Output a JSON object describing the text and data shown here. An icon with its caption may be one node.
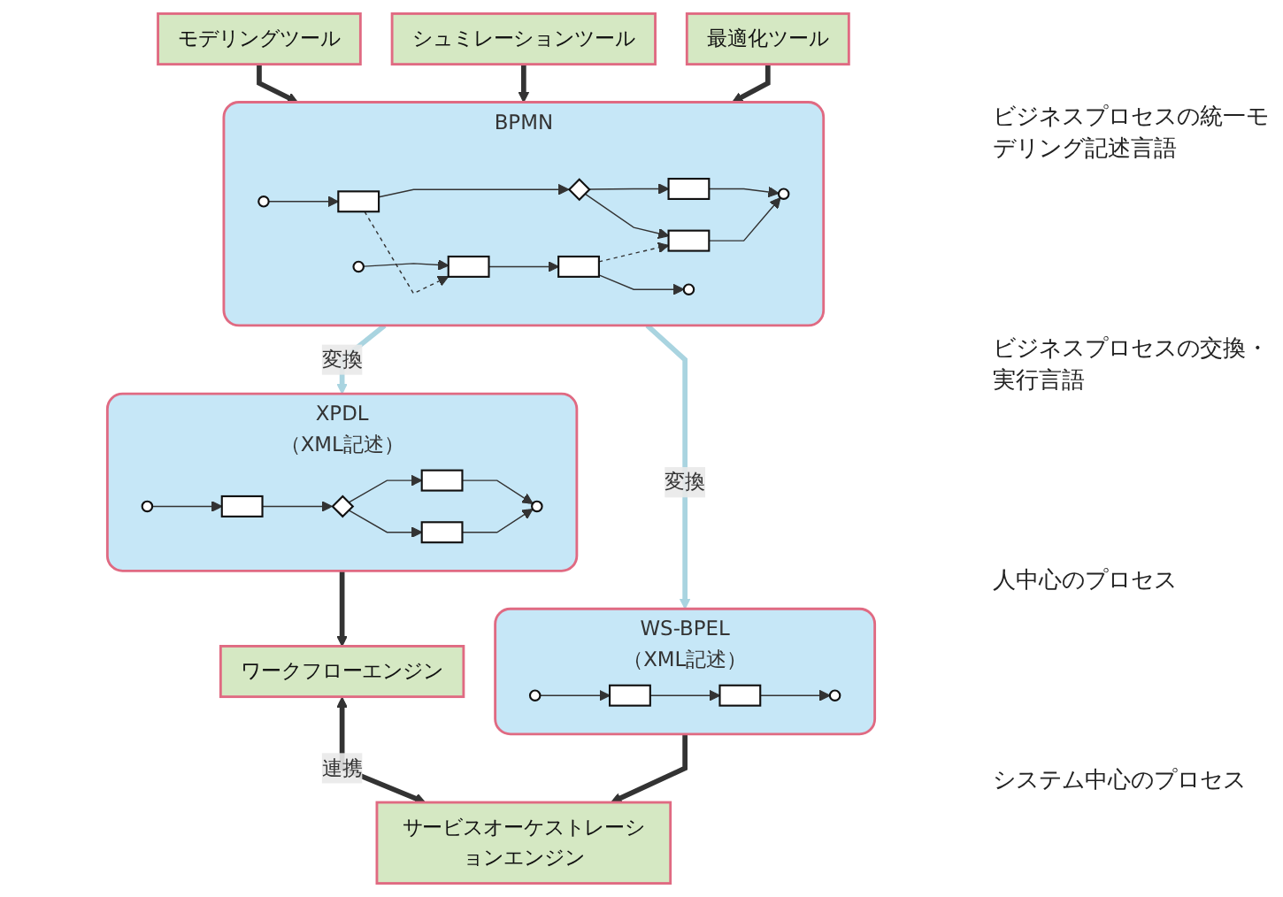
{
  "diagram": {
    "nodes": [
      {
        "text": [
          "モデリングツール"
        ]
      },
      {
        "text": [
          "シュミレーションツール"
        ]
      },
      {
        "text": [
          "最適化ツール"
        ]
      },
      {
        "text": [
          "BPMN"
        ]
      },
      {
        "text": [],
        "shape": "circle",
        "in": 3
      },
      {
        "text": [],
        "shape": "box",
        "in": 3
      },
      {
        "text": [],
        "shape": "diamond",
        "in": 3
      },
      {
        "text": [],
        "shape": "box",
        "in": 3
      },
      {
        "text": [],
        "shape": "box",
        "in": 3
      },
      {
        "text": [],
        "shape": "circle",
        "in": 3
      },
      {
        "text": [],
        "shape": "circle",
        "in": 3
      },
      {
        "text": [],
        "shape": "box",
        "in": 3
      },
      {
        "text": [],
        "shape": "box",
        "in": 3
      },
      {
        "text": [],
        "shape": "circle",
        "in": 3
      },
      {
        "text": [
          "XPDL",
          "（XML記述）"
        ]
      },
      {
        "text": [],
        "shape": "circle",
        "in": 14
      },
      {
        "text": [],
        "shape": "box",
        "in": 14
      },
      {
        "text": [],
        "shape": "diamond",
        "in": 14
      },
      {
        "text": [],
        "shape": "box",
        "in": 14
      },
      {
        "text": [],
        "shape": "box",
        "in": 14
      },
      {
        "text": [],
        "shape": "circle",
        "in": 14
      },
      {
        "text": [
          "WS-BPEL",
          "（XML記述）"
        ]
      },
      {
        "text": [],
        "shape": "circle",
        "in": 21
      },
      {
        "text": [],
        "shape": "box",
        "in": 21
      },
      {
        "text": [],
        "shape": "box",
        "in": 21
      },
      {
        "text": [],
        "shape": "circle",
        "in": 21
      },
      {
        "text": [
          "ワークフローエンジン"
        ]
      },
      {
        "text": [
          "サービスオーケストレーションエンジン"
        ]
      }
    ],
    "edges": [
      {
        "from": 0,
        "to": 3,
        "arrow": "to",
        "style": "thick"
      },
      {
        "from": 1,
        "to": 3,
        "arrow": "to",
        "style": "thick"
      },
      {
        "from": 2,
        "to": 3,
        "arrow": "to",
        "style": "thick"
      },
      {
        "from": 4,
        "to": 5,
        "arrow": "to"
      },
      {
        "from": 5,
        "to": 6,
        "arrow": "to"
      },
      {
        "from": 6,
        "to": 7,
        "arrow": "to"
      },
      {
        "from": 6,
        "to": 8,
        "arrow": "to"
      },
      {
        "from": 7,
        "to": 9,
        "arrow": "to"
      },
      {
        "from": 8,
        "to": 9,
        "arrow": "to"
      },
      {
        "from": 10,
        "to": 11,
        "arrow": "to"
      },
      {
        "from": 11,
        "to": 12,
        "arrow": "to"
      },
      {
        "from": 12,
        "to": 13,
        "arrow": "to"
      },
      {
        "from": 5,
        "to": 11,
        "arrow": "to",
        "style": "dashed"
      },
      {
        "from": 12,
        "to": 8,
        "arrow": "to",
        "style": "dashed"
      },
      {
        "from": 3,
        "to": 14,
        "arrow": "to",
        "label": "変換",
        "style": "thick",
        "color": "#a9d4e0"
      },
      {
        "from": 3,
        "to": 21,
        "arrow": "to",
        "label": "変換",
        "style": "thick",
        "color": "#a9d4e0"
      },
      {
        "from": 15,
        "to": 16,
        "arrow": "to"
      },
      {
        "from": 16,
        "to": 17,
        "arrow": "to"
      },
      {
        "from": 17,
        "to": 18,
        "arrow": "to"
      },
      {
        "from": 17,
        "to": 19,
        "arrow": "to"
      },
      {
        "from": 18,
        "to": 20,
        "arrow": "to"
      },
      {
        "from": 19,
        "to": 20,
        "arrow": "to"
      },
      {
        "from": 22,
        "to": 23,
        "arrow": "to"
      },
      {
        "from": 23,
        "to": 24,
        "arrow": "to"
      },
      {
        "from": 24,
        "to": 25,
        "arrow": "to"
      },
      {
        "from": 14,
        "to": 26,
        "arrow": "to",
        "style": "thick"
      },
      {
        "from": 21,
        "to": 27,
        "arrow": "to",
        "style": "thick"
      },
      {
        "from": 26,
        "to": 27,
        "arrow": "both",
        "label": "連携",
        "style": "thick"
      }
    ],
    "labels": [
      "ビジネスプロセスの統一モデリング記述言語",
      "ビジネスプロセスの交換・実行言語",
      "人中心のプロセス",
      "システム中心のプロセス"
    ]
  }
}
